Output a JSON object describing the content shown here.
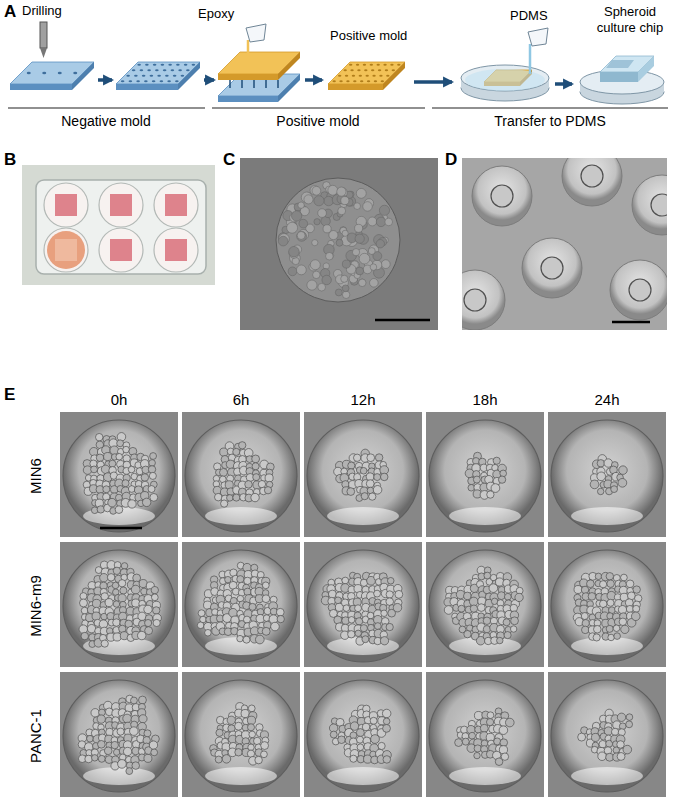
{
  "diagram": {
    "labels": [
      "A",
      "Drilling",
      "Epoxy",
      "Positive mold",
      "PDMS",
      "Spheroid culture chip",
      "Negative mold",
      "Positive mold",
      "Transfer to PDMS",
      "B",
      "C",
      "D",
      "E",
      "0h",
      "6h",
      "12h",
      "18h",
      "24h",
      "MIN6",
      "MIN6-m9",
      "PANC-1"
    ]
  }
}
